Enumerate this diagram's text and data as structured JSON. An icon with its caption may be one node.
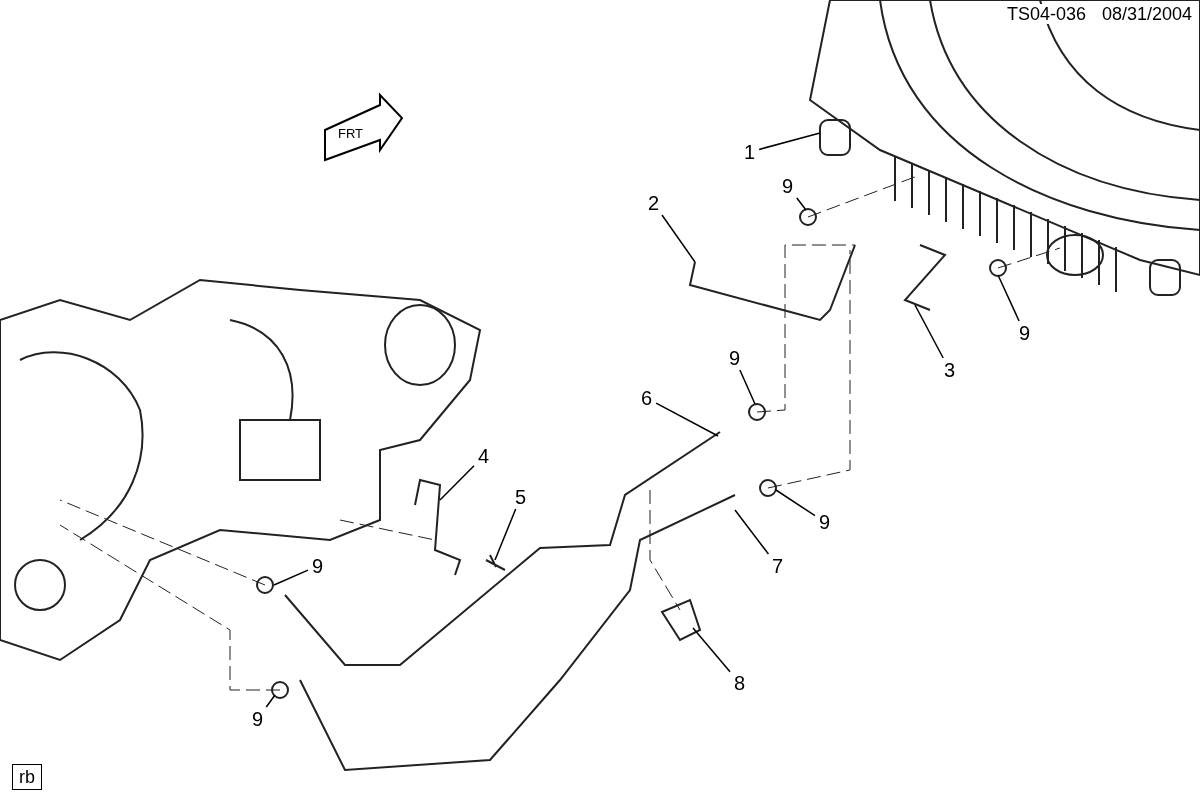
{
  "diagram": {
    "nodes": [
      {
        "text": [
          "1"
        ]
      },
      {
        "text": [
          "9"
        ]
      },
      {
        "text": [
          "2"
        ]
      },
      {
        "text": [
          "9"
        ]
      },
      {
        "text": [
          "9"
        ]
      },
      {
        "text": [
          "3"
        ]
      },
      {
        "text": [
          "6"
        ]
      },
      {
        "text": [
          "4"
        ]
      },
      {
        "text": [
          "5"
        ]
      },
      {
        "text": [
          "9"
        ]
      },
      {
        "text": [
          "9"
        ]
      },
      {
        "text": [
          "7"
        ]
      },
      {
        "text": [
          "8"
        ]
      },
      {
        "text": [
          "9"
        ]
      }
    ],
    "edges": [
      {
        "from": 0,
        "to": null,
        "arrow": "none"
      },
      {
        "from": 1,
        "to": null,
        "arrow": "none"
      },
      {
        "from": 2,
        "to": null,
        "arrow": "none"
      },
      {
        "from": 3,
        "to": null,
        "arrow": "none"
      },
      {
        "from": 4,
        "to": null,
        "arrow": "none"
      },
      {
        "from": 5,
        "to": null,
        "arrow": "none"
      },
      {
        "from": 6,
        "to": null,
        "arrow": "none"
      },
      {
        "from": 7,
        "to": null,
        "arrow": "none"
      },
      {
        "from": 8,
        "to": null,
        "arrow": "none"
      },
      {
        "from": 9,
        "to": null,
        "arrow": "none"
      },
      {
        "from": 10,
        "to": null,
        "arrow": "none"
      },
      {
        "from": 11,
        "to": null,
        "arrow": "none"
      },
      {
        "from": 12,
        "to": null,
        "arrow": "none"
      },
      {
        "from": 13,
        "to": null,
        "arrow": "none"
      }
    ],
    "labels": [
      "TS04-036",
      "08/31/2004",
      "FRT",
      "rb"
    ]
  }
}
